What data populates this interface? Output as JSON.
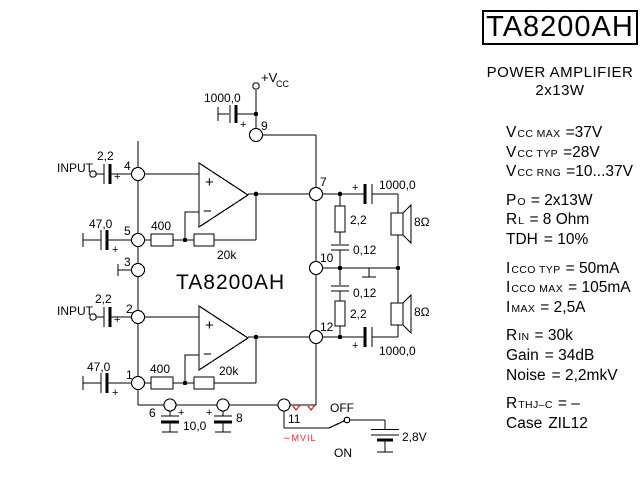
{
  "right_panel": {
    "title": "TA8200AH",
    "subtitle1": "POWER AMPLIFIER",
    "subtitle2": "2x13W",
    "spec_groups": [
      [
        {
          "b": "V",
          "s": "CC MAX",
          "v": "=37V"
        },
        {
          "b": "V",
          "s": "CC TYP",
          "v": "=28V"
        },
        {
          "b": "V",
          "s": "CC RNG",
          "v": "=10...37V"
        }
      ],
      [
        {
          "b": "P",
          "s": "O",
          "v": "= 2x13W"
        },
        {
          "b": "R",
          "s": "L",
          "v": "= 8 Ohm"
        },
        {
          "b": "TDH",
          "s": "",
          "v": "= 10%"
        }
      ],
      [
        {
          "b": "I",
          "s": "CCO TYP",
          "v": "= 50mA"
        },
        {
          "b": "I",
          "s": "CCO MAX",
          "v": "= 105mA"
        },
        {
          "b": "I",
          "s": "MAX",
          "v": "=  2,5A"
        }
      ],
      [
        {
          "b": "R",
          "s": "IN",
          "v": "= 30k"
        },
        {
          "b": "Gain",
          "s": "",
          "v": "= 34dB"
        },
        {
          "b": "Noise",
          "s": "",
          "v": "= 2,2mkV"
        }
      ],
      [
        {
          "b": "R",
          "s": "THJ–C",
          "v": "= –"
        },
        {
          "b": "Case",
          "s": "",
          "v": "ZIL12"
        }
      ]
    ]
  },
  "schematic": {
    "ic_name": "TA8200AH",
    "vcc_main": "+V",
    "vcc_sub": "CC",
    "labels": {
      "input1": "INPUT",
      "input2": "INPUT",
      "c_in1": "2,2",
      "c_in2": "2,2",
      "c_fb1": "47,0",
      "c_fb2": "47,0",
      "r400_1": "400",
      "r400_2": "400",
      "r20k_1": "20k",
      "r20k_2": "20k",
      "c_vcc": "1000,0",
      "c_out1": "1000,0",
      "c_out2": "1000,0",
      "r_z1": "2,2",
      "c_z1": "0,12",
      "c_z2": "0,12",
      "r_z2": "2,2",
      "spk1": "8Ω",
      "spk2": "8Ω",
      "c_p6": "10,0",
      "sw_off": "OFF",
      "sw_on": "ON",
      "battery": "2,8V",
      "plus": "+",
      "op_plus": "+",
      "op_minus": "−"
    },
    "pins": {
      "p1": "1",
      "p2": "2",
      "p3": "3",
      "p4": "4",
      "p5": "5",
      "p6": "6",
      "p7": "7",
      "p8": "8",
      "p9": "9",
      "p10": "10",
      "p11": "11",
      "p12": "12"
    },
    "watermark": {
      "text": "∼MVIL",
      "color": "#e03030"
    }
  }
}
